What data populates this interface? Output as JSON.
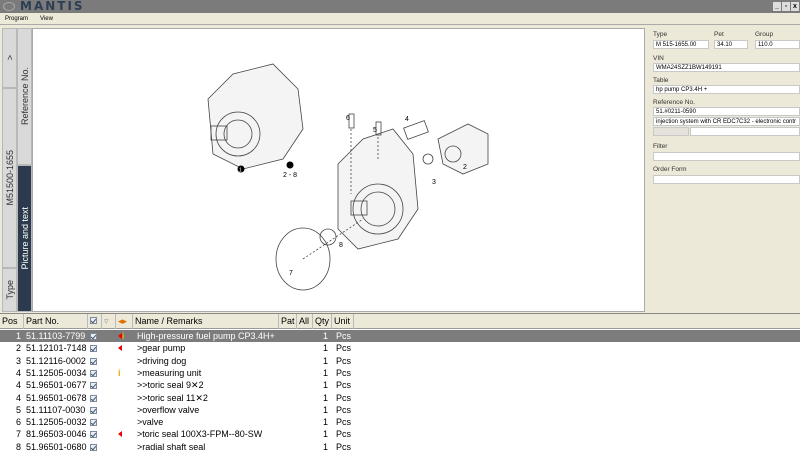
{
  "app": {
    "title": "MANTIS",
    "window_buttons": [
      "_",
      "▫",
      "x"
    ]
  },
  "menu": [
    "Program",
    "View"
  ],
  "side_tabs": {
    "collapse": ">",
    "type": "Type",
    "type_value": "M51500-1655",
    "reference": "Reference No.",
    "picture": "Picture and text"
  },
  "diagram": {
    "callouts": [
      "1",
      "2 - 8",
      "2",
      "3",
      "4",
      "5",
      "6",
      "7",
      "8"
    ]
  },
  "info": {
    "type_label": "Type",
    "type_value": "M 515-1655.00",
    "pet_label": "Pet",
    "pet_value": "34.10",
    "group_label": "Group",
    "group_value": "110.0",
    "vin_label": "VIN",
    "vin_value": "WMA24SZZ1BW149191",
    "table_label": "Table",
    "table_value": "hp pump  CP3.4H +",
    "ref_label": "Reference No.",
    "ref_value": "51.#0211-0590",
    "ref_desc": "injection system with CR EDC7C32 - electronic contr",
    "filter_label": "Filter",
    "filter_value": "",
    "order_label": "Order Form",
    "order_value": ""
  },
  "parts": {
    "headers": {
      "pos": "Pos",
      "part": "Part No.",
      "name": "Name / Remarks",
      "pat": "Pat",
      "all": "All",
      "qty": "Qty",
      "unit": "Unit"
    },
    "rows": [
      {
        "pos": "1",
        "part": "51.11103-7799",
        "name": "High-pressure fuel pump CP3.4H+",
        "qty": "1",
        "unit": "Pcs",
        "flag": "both"
      },
      {
        "pos": "2",
        "part": "51.12101-7148",
        "name": ">gear pump",
        "qty": "1",
        "unit": "Pcs",
        "flag": "red"
      },
      {
        "pos": "3",
        "part": "51.12116-0002",
        "name": ">driving dog",
        "qty": "1",
        "unit": "Pcs",
        "flag": ""
      },
      {
        "pos": "4",
        "part": "51.12505-0034",
        "name": ">measuring unit",
        "qty": "1",
        "unit": "Pcs",
        "flag": "info"
      },
      {
        "pos": "4",
        "part": "51.96501-0677",
        "name": ">>toric seal 9✕2",
        "qty": "1",
        "unit": "Pcs",
        "flag": ""
      },
      {
        "pos": "4",
        "part": "51.96501-0678",
        "name": ">>toric seal 11✕2",
        "qty": "1",
        "unit": "Pcs",
        "flag": ""
      },
      {
        "pos": "5",
        "part": "51.11107-0030",
        "name": ">overflow valve",
        "qty": "1",
        "unit": "Pcs",
        "flag": ""
      },
      {
        "pos": "6",
        "part": "51.12505-0032",
        "name": ">valve",
        "qty": "1",
        "unit": "Pcs",
        "flag": ""
      },
      {
        "pos": "7",
        "part": "81.96503-0046",
        "name": ">toric seal 100X3-FPM--80-SW",
        "qty": "1",
        "unit": "Pcs",
        "flag": "red"
      },
      {
        "pos": "8",
        "part": "51.96501-0680",
        "name": ">radial shaft seal",
        "qty": "1",
        "unit": "Pcs",
        "flag": ""
      }
    ]
  }
}
